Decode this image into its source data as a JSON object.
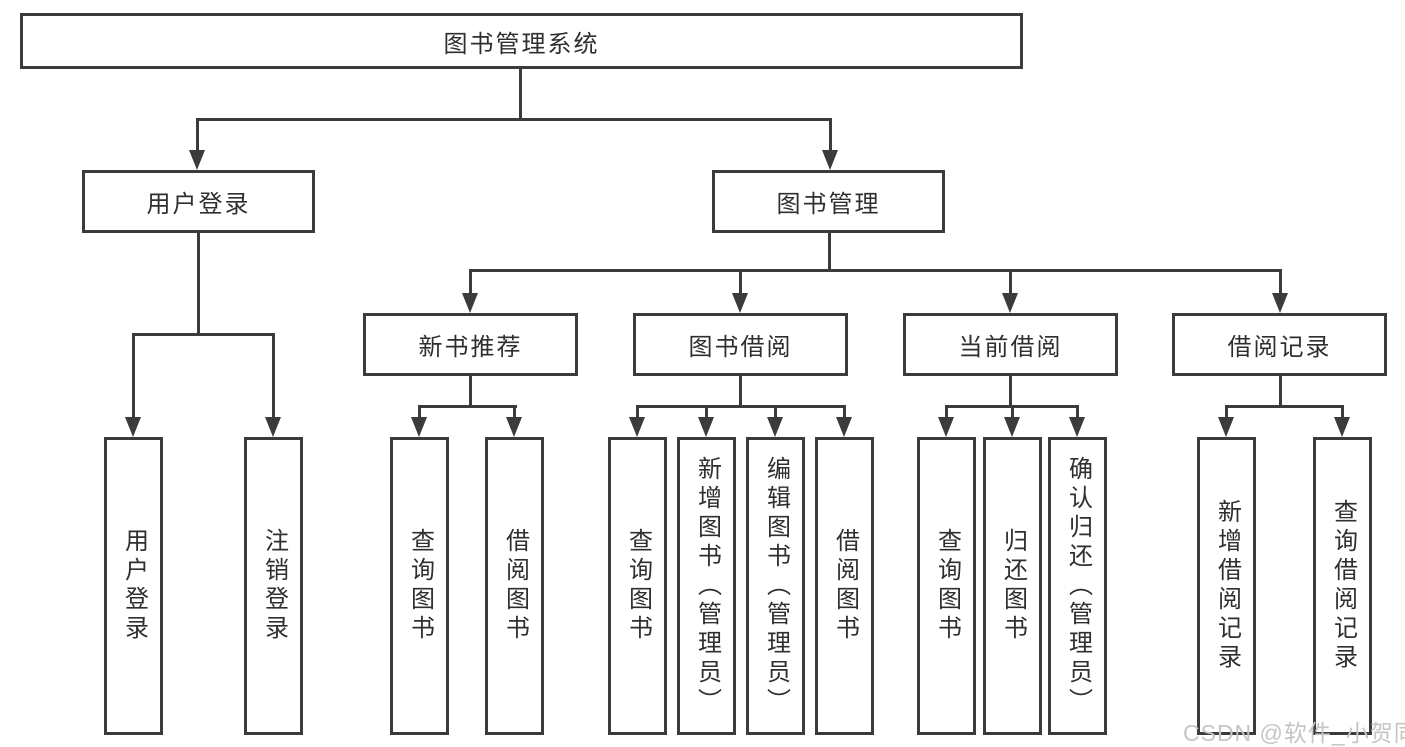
{
  "tree": {
    "label": "图书管理系统",
    "children": [
      {
        "label": "用户登录",
        "children": [
          {
            "label": "用户登录"
          },
          {
            "label": "注销登录"
          }
        ]
      },
      {
        "label": "图书管理",
        "children": [
          {
            "label": "新书推荐",
            "children": [
              {
                "label": "查询图书"
              },
              {
                "label": "借阅图书"
              }
            ]
          },
          {
            "label": "图书借阅",
            "children": [
              {
                "label": "查询图书"
              },
              {
                "label": "新增图书（管理员）"
              },
              {
                "label": "编辑图书（管理员）"
              },
              {
                "label": "借阅图书"
              }
            ]
          },
          {
            "label": "当前借阅",
            "children": [
              {
                "label": "查询图书"
              },
              {
                "label": "归还图书"
              },
              {
                "label": "确认归还（管理员）"
              }
            ]
          },
          {
            "label": "借阅记录",
            "children": [
              {
                "label": "新增借阅记录"
              },
              {
                "label": "查询借阅记录"
              }
            ]
          }
        ]
      }
    ]
  },
  "watermark": {
    "text": "CSDN @软件_小贺同学"
  },
  "colors": {
    "line": "#3b3b3b",
    "background": "#ffffff",
    "watermark": "#c8c3c5",
    "text": "#2f2f2f"
  }
}
